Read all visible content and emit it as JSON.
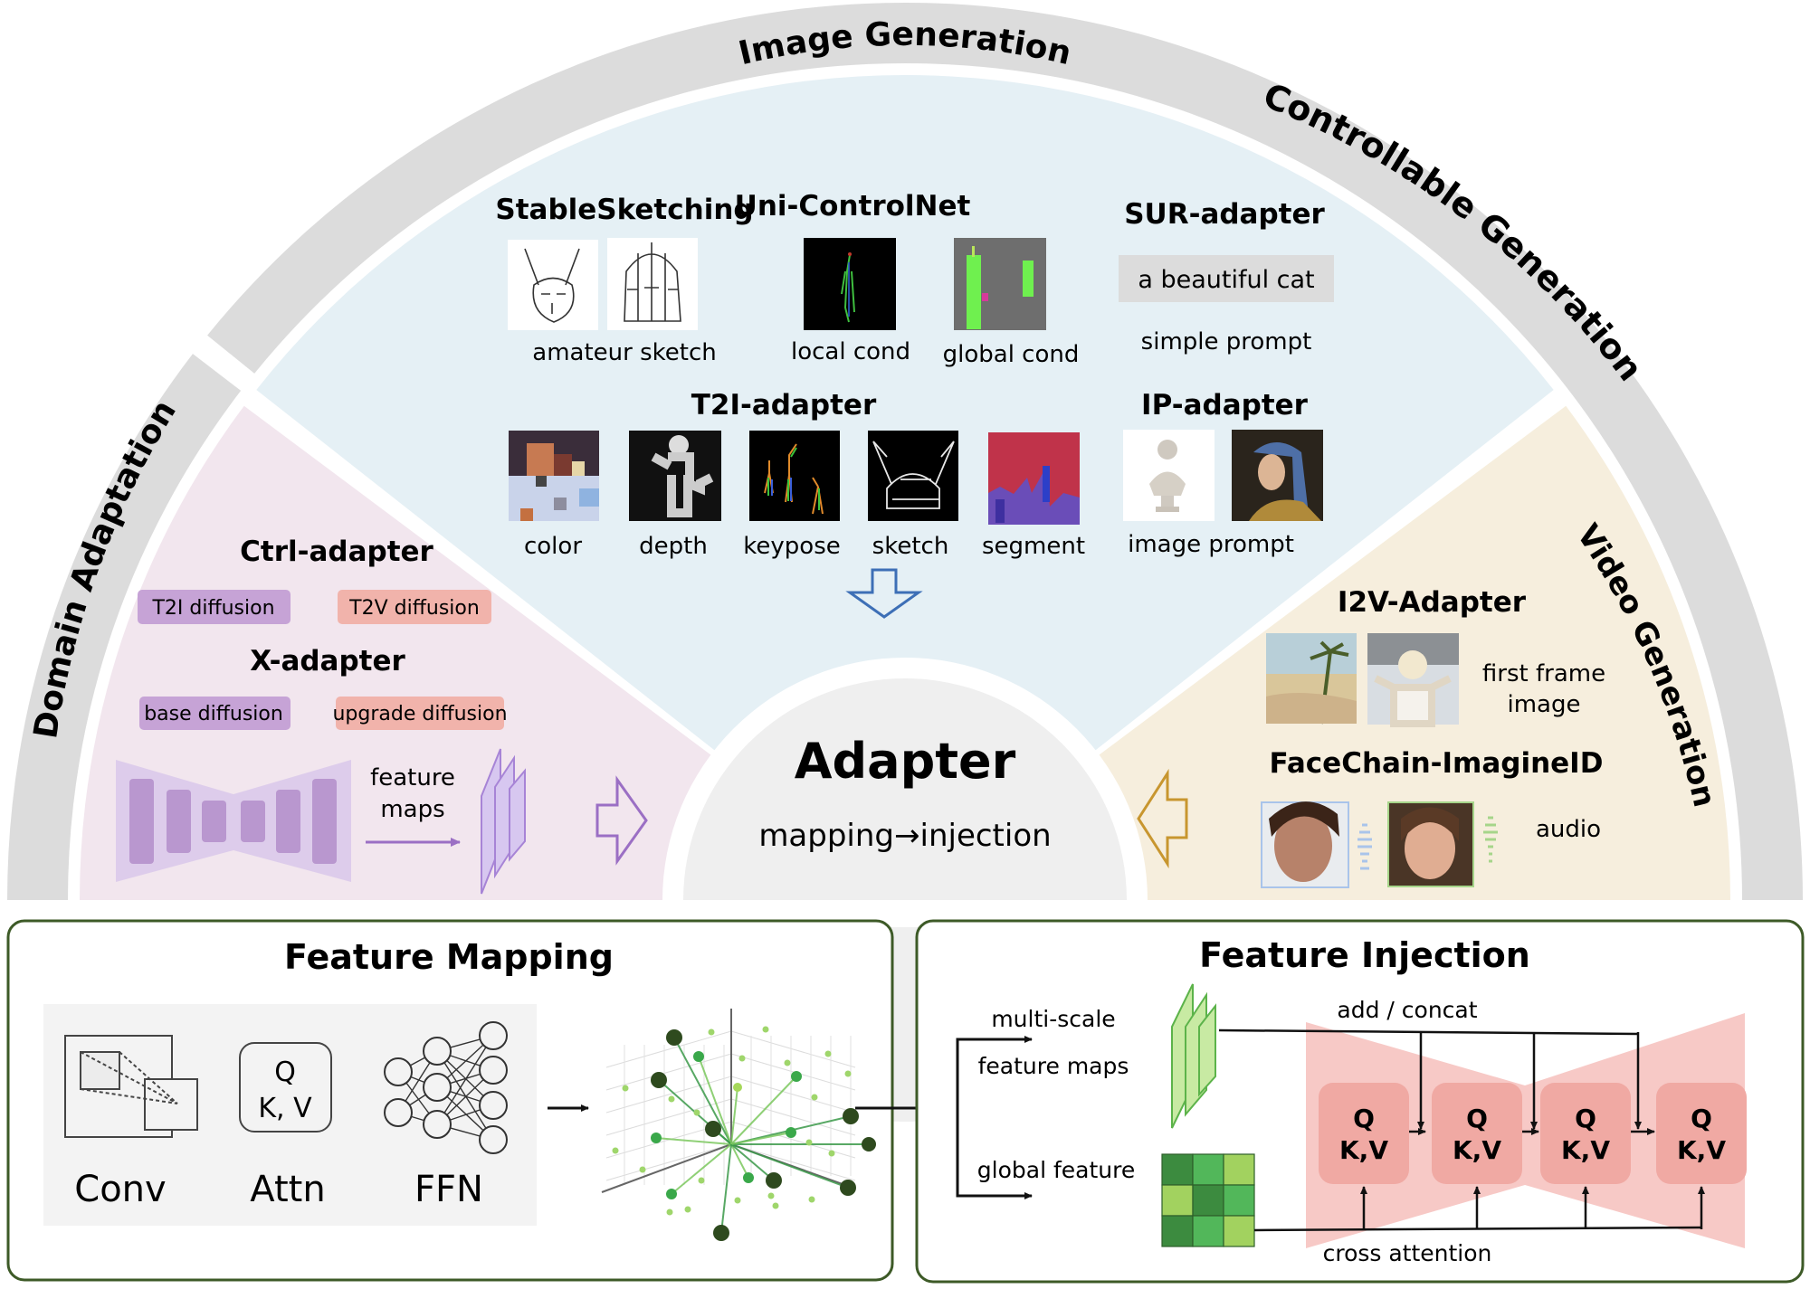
{
  "ring_labels": {
    "controllable_generation": "Controllable Generation",
    "domain_adaptation": "Domain Adaptation",
    "image_generation": "Image Generation",
    "video_generation": "Video Generation"
  },
  "colors": {
    "ring_gray": "#dcdcdc",
    "image_sector": "#e5f0f5",
    "domain_sector": "#f2e6ee",
    "video_sector": "#f6eedd",
    "center_fill": "#efefef",
    "purple_tag": "#c6a3d6",
    "salmon_tag": "#f1b3ab",
    "panel_border": "#3d5a27",
    "unet_pink": "#f7c9c6",
    "block_pink": "#f0a9a3"
  },
  "center": {
    "title": "Adapter",
    "subtitle": "mapping→injection"
  },
  "image_generation": {
    "stable_sketching": {
      "title": "StableSketching",
      "caption": "amateur sketch"
    },
    "uni_controlnet": {
      "title": "Uni-ControlNet",
      "captions": [
        "local cond",
        "global cond"
      ]
    },
    "sur_adapter": {
      "title": "SUR-adapter",
      "prompt_box": "a beautiful cat",
      "caption": "simple prompt"
    },
    "t2i_adapter": {
      "title": "T2I-adapter",
      "captions": [
        "color",
        "depth",
        "keypose",
        "sketch",
        "segment"
      ]
    },
    "ip_adapter": {
      "title": "IP-adapter",
      "caption": "image prompt"
    }
  },
  "domain_adaptation": {
    "ctrl_adapter": {
      "title": "Ctrl-adapter",
      "tags": [
        "T2I diffusion",
        "T2V diffusion"
      ]
    },
    "x_adapter": {
      "title": "X-adapter",
      "tags": [
        "base diffusion",
        "upgrade diffusion"
      ]
    },
    "feature_maps_label": [
      "feature",
      "maps"
    ]
  },
  "video_generation": {
    "i2v_adapter": {
      "title": "I2V-Adapter",
      "caption": [
        "first frame",
        "image"
      ]
    },
    "facechain": {
      "title": "FaceChain-ImagineID",
      "caption": "audio"
    }
  },
  "feature_mapping": {
    "title": "Feature Mapping",
    "ops": [
      {
        "label": "Conv"
      },
      {
        "label": "Attn",
        "glyph_line1": "Q",
        "glyph_line2": "K, V"
      },
      {
        "label": "FFN"
      }
    ]
  },
  "feature_injection": {
    "title": "Feature Injection",
    "multi_scale_label": [
      "multi-scale",
      "feature maps"
    ],
    "global_label": "global feature",
    "add_concat_label": "add / concat",
    "cross_attention_label": "cross attention",
    "blocks": [
      {
        "q": "Q",
        "kv": "K,V"
      },
      {
        "q": "Q",
        "kv": "K,V"
      },
      {
        "q": "Q",
        "kv": "K,V"
      },
      {
        "q": "Q",
        "kv": "K,V"
      }
    ]
  }
}
